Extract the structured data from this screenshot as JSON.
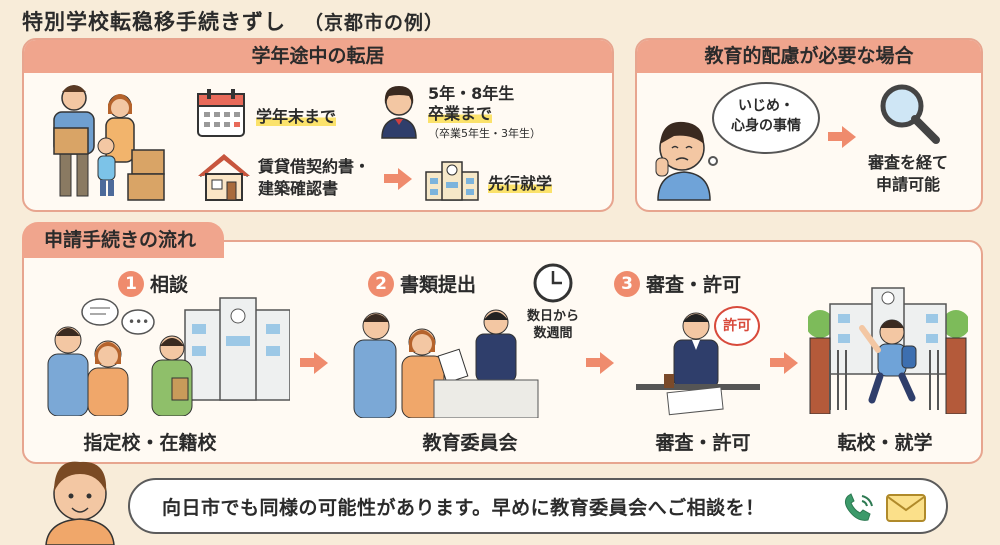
{
  "title": {
    "main": "特別学校転稳移手続きずし",
    "sub": "（京都市の例）"
  },
  "midyear": {
    "heading": "学年途中の転居",
    "end_of_year": "学年末まで",
    "grade_line1": "5年・8年生",
    "grade_line2": "卒業まで",
    "grade_note": "（卒業5年生・3年生）",
    "contract_line1": "賃貸借契約書・",
    "contract_line2": "建築確認書",
    "early": "先行就学"
  },
  "consideration": {
    "heading": "教育的配慮が必要な場合",
    "thought_line1": "いじめ・",
    "thought_line2": "心身の事情",
    "result_line1": "審査を経て",
    "result_line2": "申請可能"
  },
  "flow": {
    "heading": "申請手続きの流れ",
    "steps": [
      {
        "num": "1",
        "title": "相談",
        "caption": "指定校・在籍校"
      },
      {
        "num": "2",
        "title": "書類提出",
        "caption": "教育委員会"
      },
      {
        "num": "3",
        "title": "審査・許可",
        "caption": "審査・許可"
      }
    ],
    "clock_line1": "数日から",
    "clock_line2": "数週間",
    "stamp": "許可",
    "final_caption": "転校・就学"
  },
  "footer": {
    "message": "向日市でも同様の可能性があります。早めに教育委員会へご相談を！"
  },
  "colors": {
    "accent": "#ef8b6d",
    "panel_border": "#e7a58f",
    "highlight": "#fbe26b",
    "background": "#f8ecd9"
  }
}
